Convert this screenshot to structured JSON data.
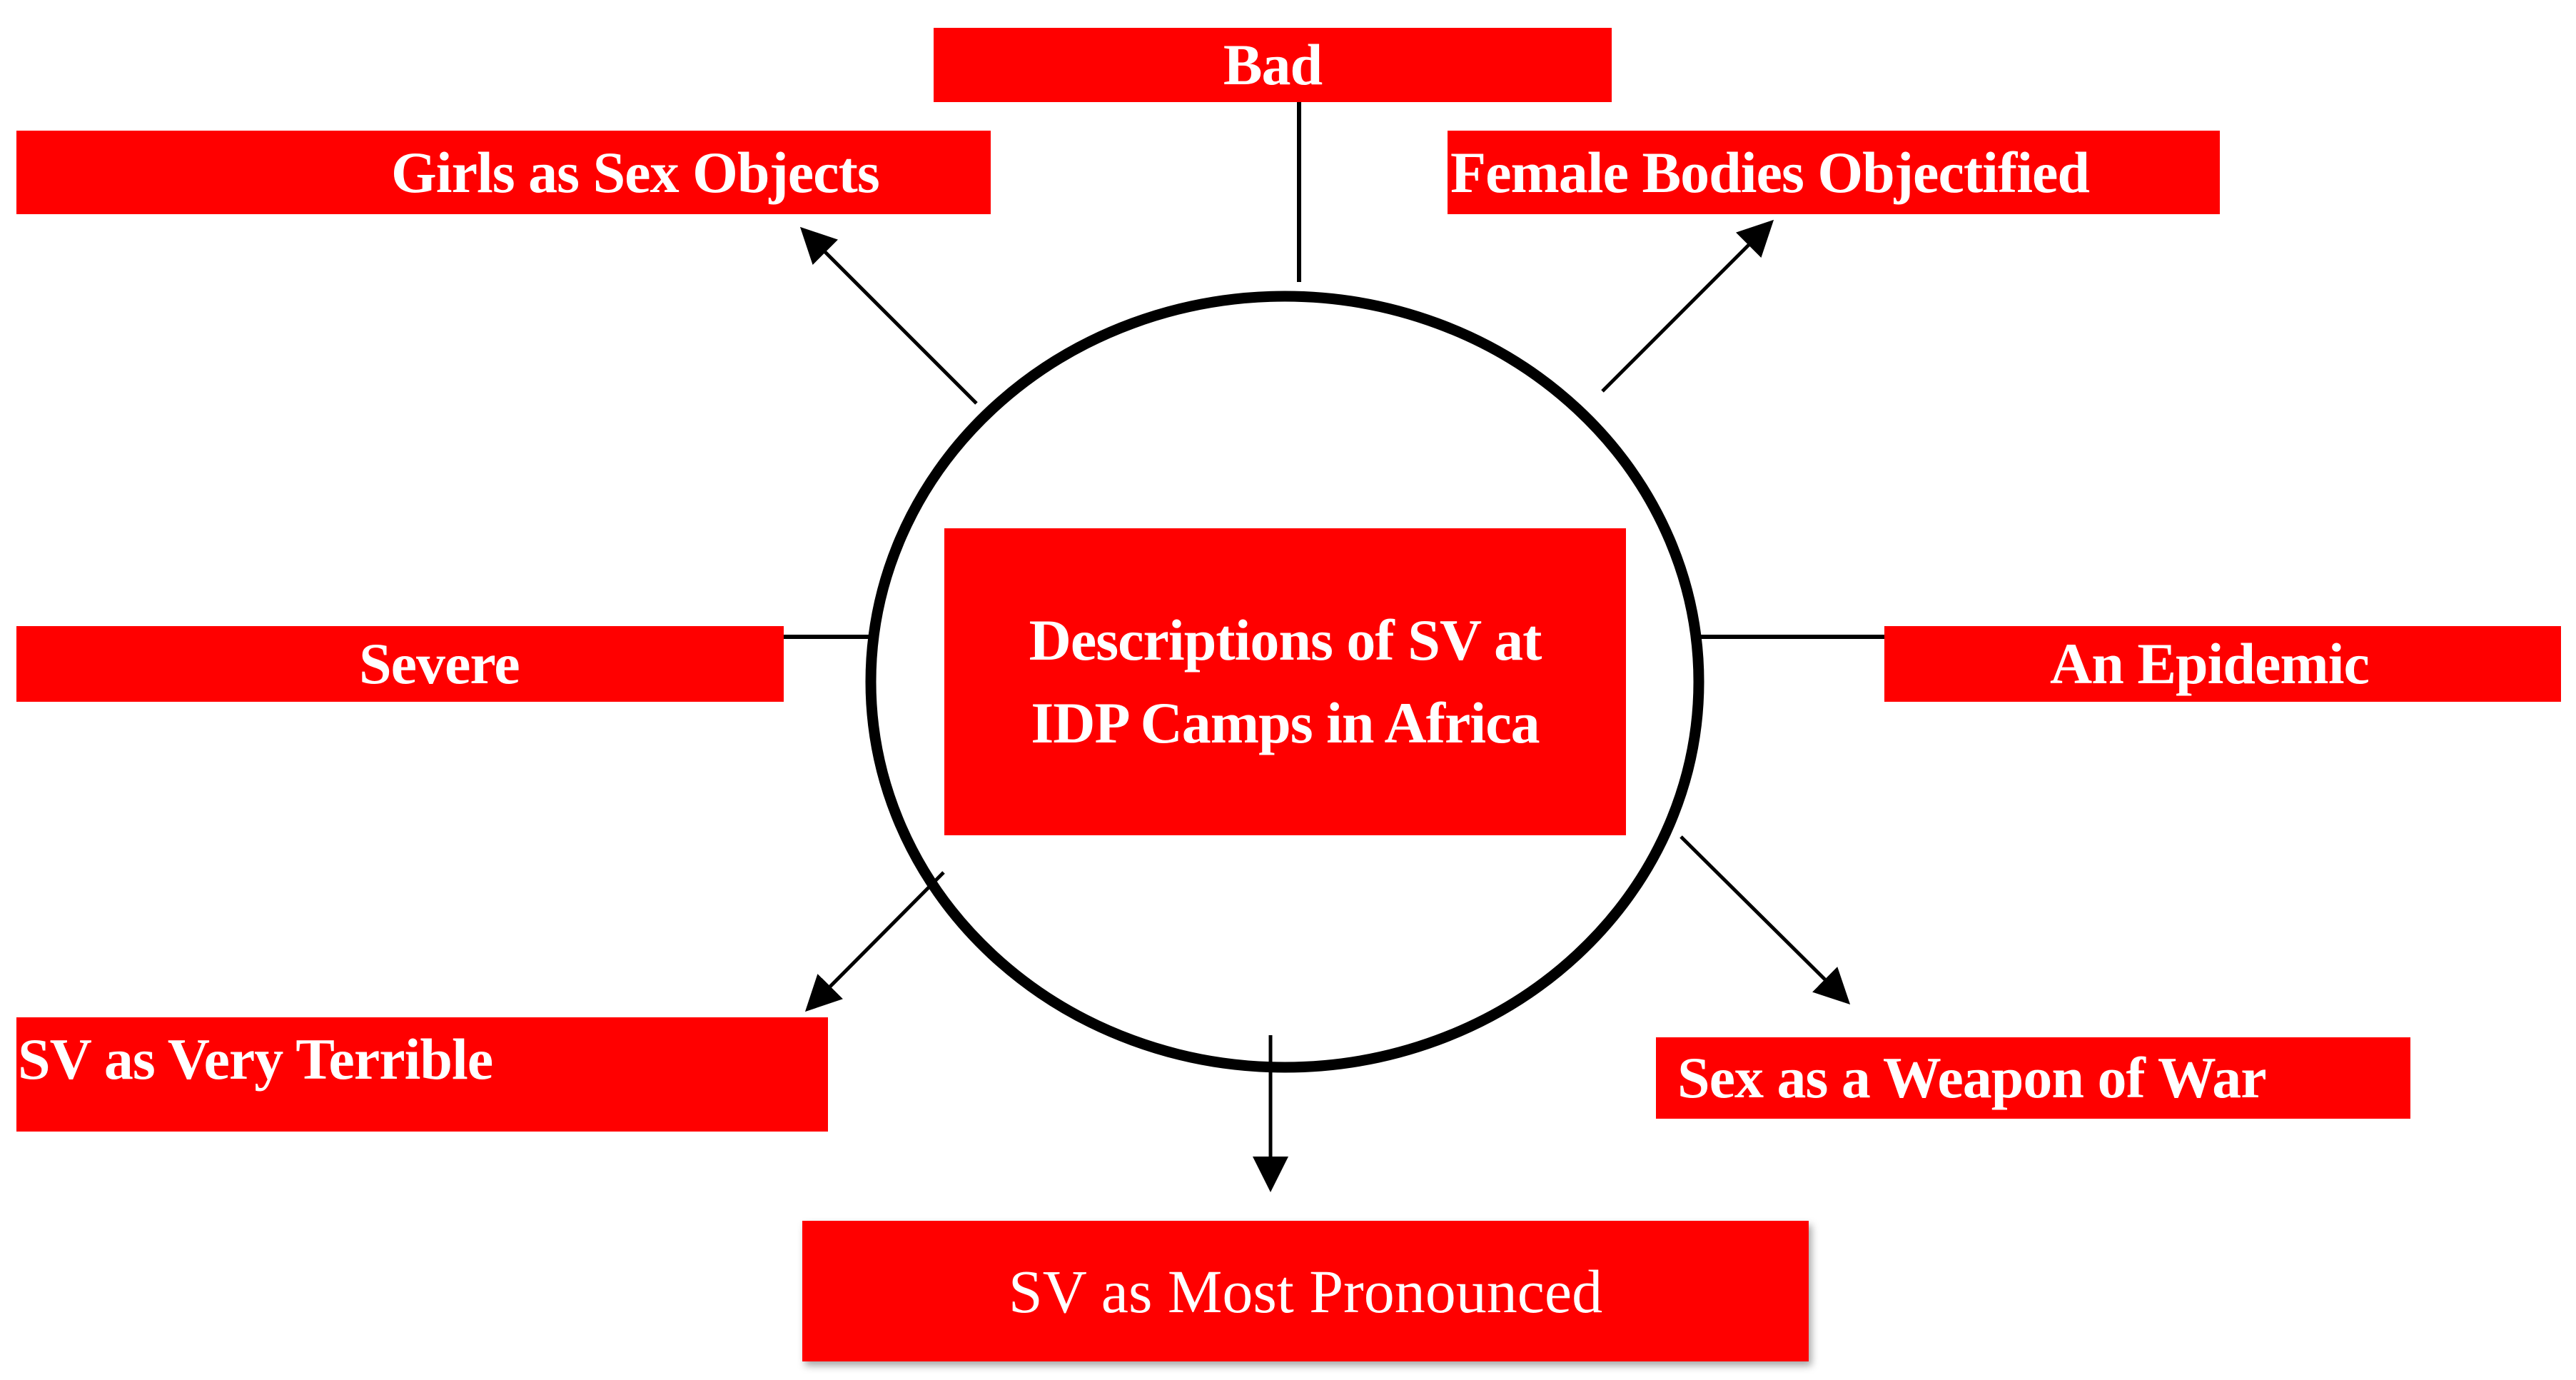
{
  "diagram": {
    "center": {
      "line1": "Descriptions of SV at",
      "line2": "IDP Camps in Africa"
    },
    "nodes": {
      "bad": "Bad",
      "girls": "Girls as Sex Objects",
      "female": "Female Bodies Objectified",
      "severe": "Severe",
      "epidemic": "An Epidemic",
      "terrible": "SV as Very Terrible",
      "weapon": "Sex as a Weapon of War",
      "most": "SV as Most Pronounced"
    },
    "colors": {
      "box_fill": "#ff0000",
      "box_text": "#ffffff",
      "lines": "#000000"
    }
  }
}
